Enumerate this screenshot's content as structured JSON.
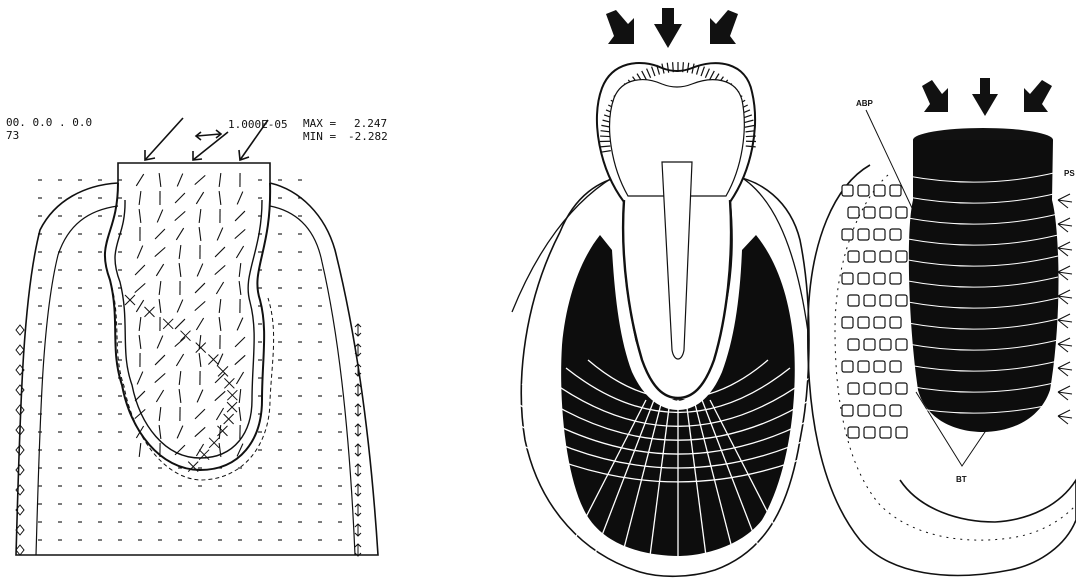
{
  "left_figure": {
    "header_left_line1": "00. 0.0 . 0.0",
    "header_left_line2": "73",
    "scale_label": "1.000E-05",
    "max_label": "MAX =",
    "max_value": "2.247",
    "min_label": "MIN =",
    "min_value": "-2.282"
  },
  "right_figure": {
    "label_abp": "ABP",
    "label_ps": "PS",
    "label_bt": "BT"
  },
  "colors": {
    "ink": "#111111",
    "paper": "#ffffff",
    "fill_dark": "#0d0d0d"
  }
}
